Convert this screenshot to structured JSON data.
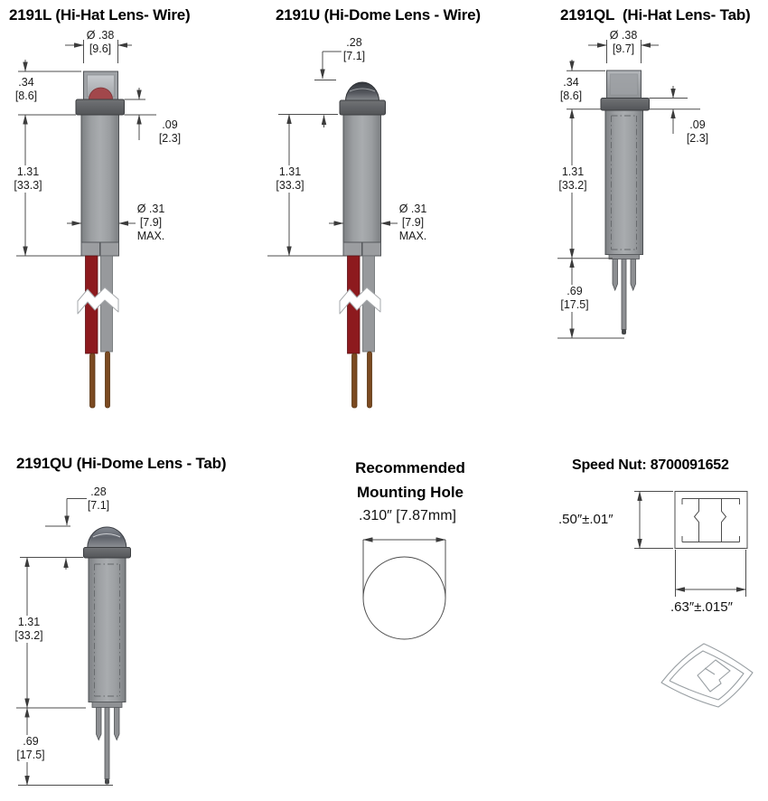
{
  "colors": {
    "body_gray": "#9b9ea1",
    "collar_gray": "#606265",
    "lens_gray": "#b7bbbf",
    "dome_dark": "#3a3d43",
    "led_red": "#a2474b",
    "wire_red": "#8d1a1e",
    "wire_gray": "#97999c",
    "wire_bare_copper": "#7b4a21",
    "line": "#4d4d4d",
    "text": "#111111",
    "background": "#ffffff"
  },
  "p2191L": {
    "title": "2191L (Hi-Hat Lens- Wire)",
    "dims": {
      "dia": {
        "l1": "Ø .38",
        "l2": "[9.6]"
      },
      "hat": {
        "l1": ".34",
        "l2": "[8.6]"
      },
      "collar": {
        "l1": ".09",
        "l2": "[2.3]"
      },
      "len": {
        "l1": "1.31",
        "l2": "[33.3]"
      },
      "body": {
        "l1": "Ø .31",
        "l2": "[7.9]",
        "l3": "MAX."
      }
    }
  },
  "p2191U": {
    "title": "2191U (Hi-Dome Lens - Wire)",
    "dims": {
      "dome": {
        "l1": ".28",
        "l2": "[7.1]"
      },
      "len": {
        "l1": "1.31",
        "l2": "[33.3]"
      },
      "body": {
        "l1": "Ø .31",
        "l2": "[7.9]",
        "l3": "MAX."
      }
    }
  },
  "p2191QL": {
    "title": "2191QL  (Hi-Hat Lens- Tab)",
    "dims": {
      "dia": {
        "l1": "Ø .38",
        "l2": "[9.7]"
      },
      "hat": {
        "l1": ".34",
        "l2": "[8.6]"
      },
      "collar": {
        "l1": ".09",
        "l2": "[2.3]"
      },
      "len": {
        "l1": "1.31",
        "l2": "[33.2]"
      },
      "tabs": {
        "l1": ".69",
        "l2": "[17.5]"
      }
    }
  },
  "p2191QU": {
    "title": "2191QU (Hi-Dome Lens - Tab)",
    "dims": {
      "dome": {
        "l1": ".28",
        "l2": "[7.1]"
      },
      "len": {
        "l1": "1.31",
        "l2": "[33.2]"
      },
      "tabs": {
        "l1": ".69",
        "l2": "[17.5]"
      }
    }
  },
  "mounting_hole": {
    "title_line1": "Recommended",
    "title_line2": "Mounting Hole",
    "diameter": ".310″ [7.87mm]"
  },
  "speed_nut": {
    "title": "Speed Nut: 8700091652",
    "height": ".50″±.01″",
    "width": ".63″±.015″"
  }
}
